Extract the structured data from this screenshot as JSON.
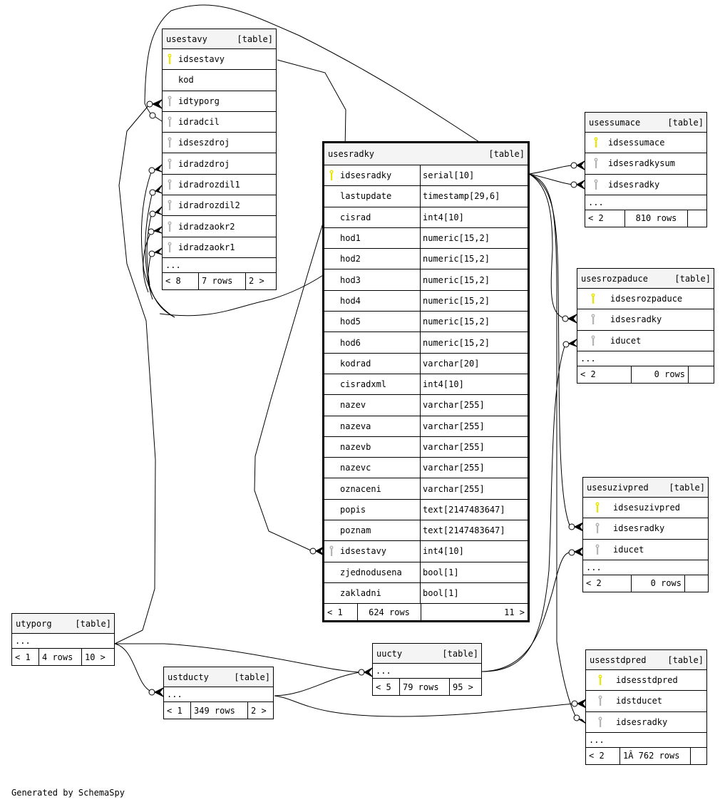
{
  "footer": "Generated by SchemaSpy",
  "colors": {
    "primary_key": "#e6e600",
    "foreign_key": "#b4b4b4",
    "header_bg": "#f4f4f4"
  },
  "tables": {
    "usestavy": {
      "name": "usestavy",
      "tag": "[table]",
      "columns": [
        {
          "name": "idsestavy",
          "key": "primary-key"
        },
        {
          "name": "kod",
          "key": ""
        },
        {
          "name": "idtyporg",
          "key": "foreign-key"
        },
        {
          "name": "idradcil",
          "key": "foreign-key"
        },
        {
          "name": "idseszdroj",
          "key": "foreign-key"
        },
        {
          "name": "idradzdroj",
          "key": "foreign-key"
        },
        {
          "name": "idradrozdil1",
          "key": "foreign-key"
        },
        {
          "name": "idradrozdil2",
          "key": "foreign-key"
        },
        {
          "name": "idradzaokr2",
          "key": "foreign-key"
        },
        {
          "name": "idradzaokr1",
          "key": "foreign-key"
        }
      ],
      "ellipsis": "...",
      "footer": {
        "parents": "< 8",
        "rows": "7 rows",
        "children": "2 >"
      }
    },
    "usesradky": {
      "name": "usesradky",
      "tag": "[table]",
      "columns": [
        {
          "name": "idsesradky",
          "type": "serial[10]",
          "key": "primary-key"
        },
        {
          "name": "lastupdate",
          "type": "timestamp[29,6]",
          "key": ""
        },
        {
          "name": "cisrad",
          "type": "int4[10]",
          "key": ""
        },
        {
          "name": "hod1",
          "type": "numeric[15,2]",
          "key": ""
        },
        {
          "name": "hod2",
          "type": "numeric[15,2]",
          "key": ""
        },
        {
          "name": "hod3",
          "type": "numeric[15,2]",
          "key": ""
        },
        {
          "name": "hod4",
          "type": "numeric[15,2]",
          "key": ""
        },
        {
          "name": "hod5",
          "type": "numeric[15,2]",
          "key": ""
        },
        {
          "name": "hod6",
          "type": "numeric[15,2]",
          "key": ""
        },
        {
          "name": "kodrad",
          "type": "varchar[20]",
          "key": ""
        },
        {
          "name": "cisradxml",
          "type": "int4[10]",
          "key": ""
        },
        {
          "name": "nazev",
          "type": "varchar[255]",
          "key": ""
        },
        {
          "name": "nazeva",
          "type": "varchar[255]",
          "key": ""
        },
        {
          "name": "nazevb",
          "type": "varchar[255]",
          "key": ""
        },
        {
          "name": "nazevc",
          "type": "varchar[255]",
          "key": ""
        },
        {
          "name": "oznaceni",
          "type": "varchar[255]",
          "key": ""
        },
        {
          "name": "popis",
          "type": "text[2147483647]",
          "key": ""
        },
        {
          "name": "poznam",
          "type": "text[2147483647]",
          "key": ""
        },
        {
          "name": "idsestavy",
          "type": "int4[10]",
          "key": "foreign-key"
        },
        {
          "name": "zjednodusena",
          "type": "bool[1]",
          "key": ""
        },
        {
          "name": "zakladni",
          "type": "bool[1]",
          "key": ""
        }
      ],
      "footer": {
        "parents": "< 1",
        "rows": "624 rows",
        "children": "11 >"
      }
    },
    "usessumace": {
      "name": "usessumace",
      "tag": "[table]",
      "columns": [
        {
          "name": "idsessumace",
          "key": "primary-key"
        },
        {
          "name": "idsesradkysum",
          "key": "foreign-key"
        },
        {
          "name": "idsesradky",
          "key": "foreign-key"
        }
      ],
      "ellipsis": "...",
      "footer": {
        "parents": "< 2",
        "rows": "810 rows",
        "children": ""
      }
    },
    "usesrozpaduce": {
      "name": "usesrozpaduce",
      "tag": "[table]",
      "columns": [
        {
          "name": "idsesrozpaduce",
          "key": "primary-key"
        },
        {
          "name": "idsesradky",
          "key": "foreign-key"
        },
        {
          "name": "iducet",
          "key": "foreign-key"
        }
      ],
      "ellipsis": "...",
      "footer": {
        "parents": "< 2",
        "rows": "0 rows",
        "children": ""
      }
    },
    "usesuzivpred": {
      "name": "usesuzivpred",
      "tag": "[table]",
      "columns": [
        {
          "name": "idsesuzivpred",
          "key": "primary-key"
        },
        {
          "name": "idsesradky",
          "key": "foreign-key"
        },
        {
          "name": "iducet",
          "key": "foreign-key"
        }
      ],
      "ellipsis": "...",
      "footer": {
        "parents": "< 2",
        "rows": "0 rows",
        "children": ""
      }
    },
    "usesstdpred": {
      "name": "usesstdpred",
      "tag": "[table]",
      "columns": [
        {
          "name": "idsesstdpred",
          "key": "primary-key"
        },
        {
          "name": "idstducet",
          "key": "foreign-key"
        },
        {
          "name": "idsesradky",
          "key": "foreign-key"
        }
      ],
      "ellipsis": "...",
      "footer": {
        "parents": "< 2",
        "rows": "1Â 762 rows",
        "children": ""
      }
    },
    "utyporg": {
      "name": "utyporg",
      "tag": "[table]",
      "ellipsis": "...",
      "footer": {
        "parents": "< 1",
        "rows": "4 rows",
        "children": "10 >"
      }
    },
    "ustducty": {
      "name": "ustducty",
      "tag": "[table]",
      "ellipsis": "...",
      "footer": {
        "parents": "< 1",
        "rows": "349 rows",
        "children": "2 >"
      }
    },
    "uucty": {
      "name": "uucty",
      "tag": "[table]",
      "ellipsis": "...",
      "footer": {
        "parents": "< 5",
        "rows": "79 rows",
        "children": "95 >"
      }
    }
  }
}
